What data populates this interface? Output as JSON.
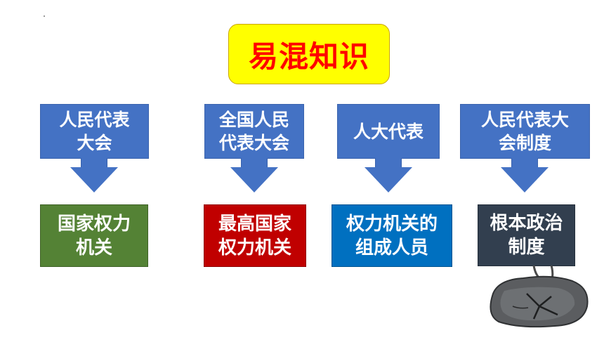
{
  "title": "易混知识",
  "concepts": [
    {
      "label": "人民代表\n大会",
      "result": "国家权力\n机关",
      "result_color": "#548235"
    },
    {
      "label": "全国人民\n代表大会",
      "result": "最高国家\n权力机关",
      "result_color": "#c00000"
    },
    {
      "label": "人大代表",
      "result": "权力机关的\n组成人员",
      "result_color": "#0070c0"
    },
    {
      "label": "人民代表大\n会制度",
      "result": "根本政治\n制度",
      "result_color": "#323f4f"
    }
  ],
  "colors": {
    "title_bg": "#ffff00",
    "title_text": "#ff0000",
    "callout": "#4472c4"
  },
  "icons": [
    "cracked-stone-decoration"
  ]
}
